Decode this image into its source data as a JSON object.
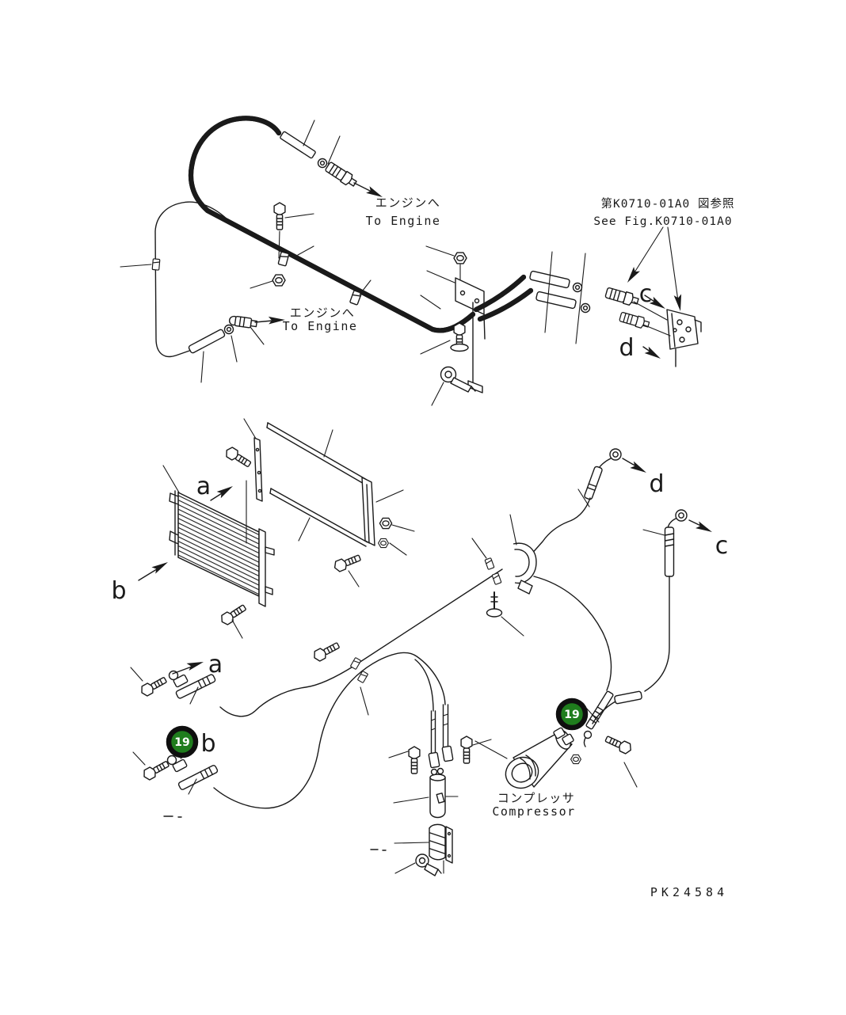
{
  "colors": {
    "ink": "#1a1a1a",
    "badge_green": "#1f7d1d",
    "badge_ring": "#0f0f0f",
    "background": "#ffffff"
  },
  "texts": {
    "ref_note_jp": "第K0710-01A0 図参照",
    "ref_note_en": "See Fig.K0710-01A0",
    "to_engine_jp": "エンジンへ",
    "to_engine_en": "To Engine",
    "compressor_jp": "コンプレッサ",
    "compressor_en": "Compressor",
    "drawing_code": "PK24584"
  },
  "view_letters": {
    "a": "a",
    "b": "b",
    "c": "c",
    "d": "d"
  },
  "callouts": {
    "left_badge": "19",
    "right_badge": "19"
  }
}
